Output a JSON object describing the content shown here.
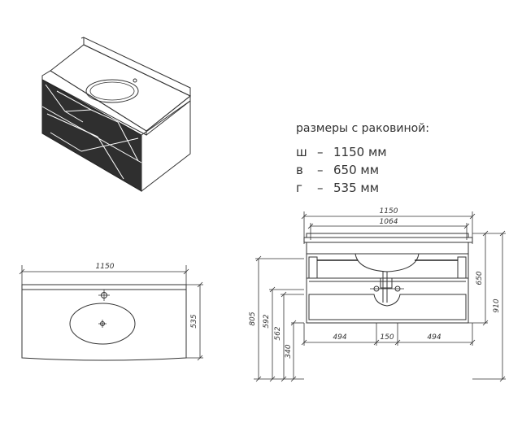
{
  "spec": {
    "title": "размеры с раковиной:",
    "rows": [
      {
        "key": "ш",
        "dash": "–",
        "value": "1150 мм"
      },
      {
        "key": "в",
        "dash": "–",
        "value": "650 мм"
      },
      {
        "key": "г",
        "dash": "–",
        "value": "535 мм"
      }
    ]
  },
  "top_view": {
    "width_label": "1150",
    "depth_label": "535"
  },
  "front_view": {
    "total_width_label": "1150",
    "inner_width_label": "1064",
    "height_label": "650",
    "total_height_label": "910",
    "h805": "805",
    "h592": "592",
    "h562": "562",
    "h340": "340",
    "bottom_left_label": "494",
    "bottom_mid_label": "150",
    "bottom_right_label": "494"
  }
}
